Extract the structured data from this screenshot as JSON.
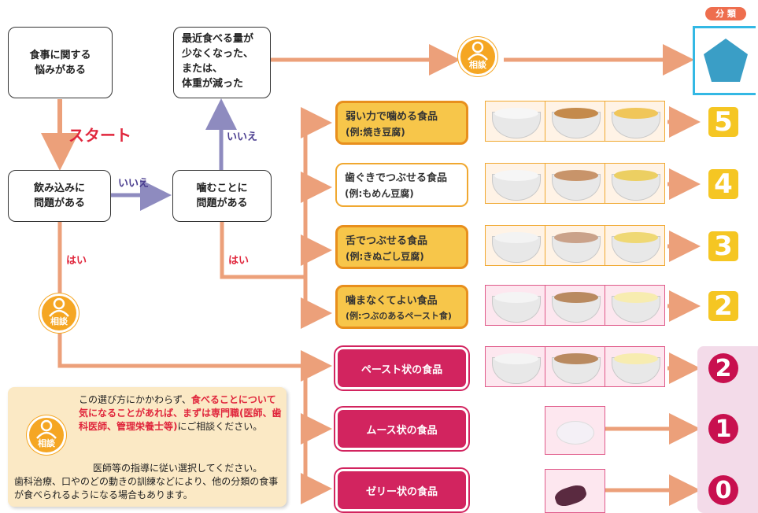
{
  "category_header": "分 類",
  "start_label": "スタート",
  "nodes": {
    "meal_concern": "食事に関する\n悩みがある",
    "weight_loss": "最近食べる量が\n少なくなった、\nまたは、\n体重が減った",
    "swallow": "飲み込みに\n問題がある",
    "chew": "噛むことに\n問題がある"
  },
  "labels": {
    "no": "いいえ",
    "yes": "はい"
  },
  "consult_label": "相談",
  "foods": [
    {
      "title": "弱い力で噛める食品",
      "example": "(例:焼き豆腐)",
      "level": "5"
    },
    {
      "title": "歯ぐきでつぶせる食品",
      "example": "(例:もめん豆腐)",
      "level": "4"
    },
    {
      "title": "舌でつぶせる食品",
      "example": "(例:きぬごし豆腐)",
      "level": "3"
    },
    {
      "title": "噛まなくてよい食品",
      "example": "(例:つぶのあるペースト食)",
      "level": "2"
    }
  ],
  "pink_foods": [
    {
      "title": "ペースト状の食品",
      "level": "2"
    },
    {
      "title": "ムース状の食品",
      "level": "1"
    },
    {
      "title": "ゼリー状の食品",
      "level": "0"
    }
  ],
  "note": {
    "line1a": "この選び方にかかわらず、",
    "line1b": "食べることについて気になることがあれば、まずは専門職(医師、歯科医師、管理栄養士等)",
    "line1c": "にご相談ください。",
    "line2": "医師等の指導に従い選択してください。",
    "line3": "歯科治療、口やのどの動きの訓練などにより、他の分類の食事が食べられるようになる場合もあります。"
  },
  "colors": {
    "arrow": "#eca07a",
    "blue_arrow": "#8e8bbf",
    "pentagon": "#3a9ec6",
    "square": "#f5c623",
    "circle": "#c8104f"
  }
}
